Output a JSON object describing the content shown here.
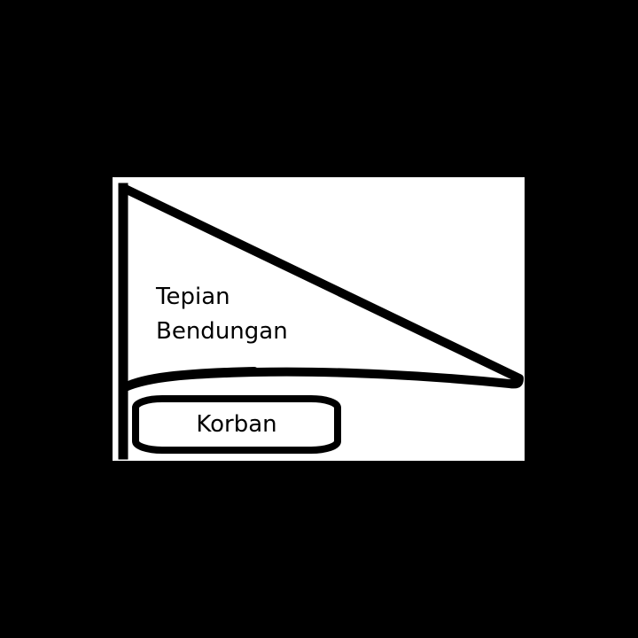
{
  "flag": {
    "line1": "Tepian",
    "line2": "Bendungan"
  },
  "base": {
    "label": "Korban"
  },
  "colors": {
    "background": "#000000",
    "panel": "#ffffff",
    "stroke": "#000000"
  },
  "icons": {
    "flag": "flag-shape",
    "base": "rounded-base-shape"
  }
}
